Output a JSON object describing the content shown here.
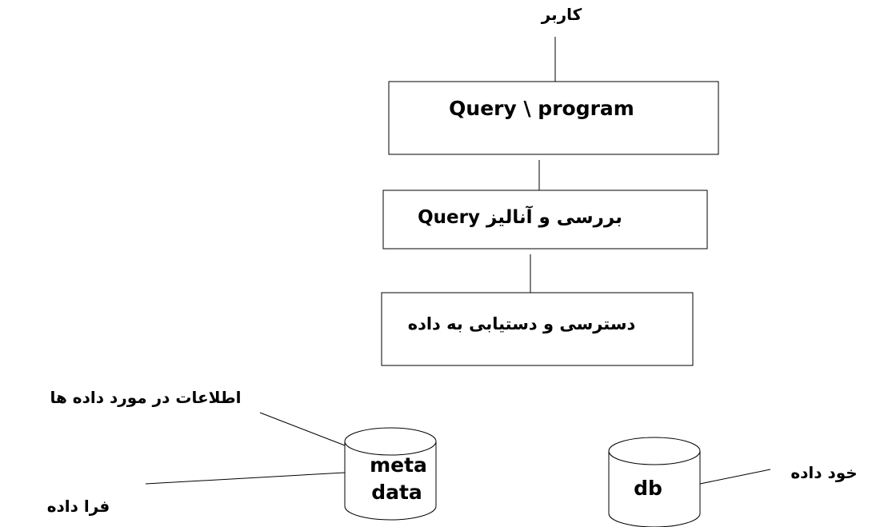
{
  "nodes": {
    "user": "کاربر",
    "query_program": "Query \\ program",
    "query_analysis": "بررسی و آنالیز Query",
    "data_access": "دسترسی و دستیابی به داده",
    "meta_cylinder_line1": "meta",
    "meta_cylinder_line2": "data",
    "db_cylinder": "db"
  },
  "annotations": {
    "meta_info": "اطلاعات در مورد داده ها",
    "meta_label": "فرا داده",
    "db_label": "خود داده"
  }
}
